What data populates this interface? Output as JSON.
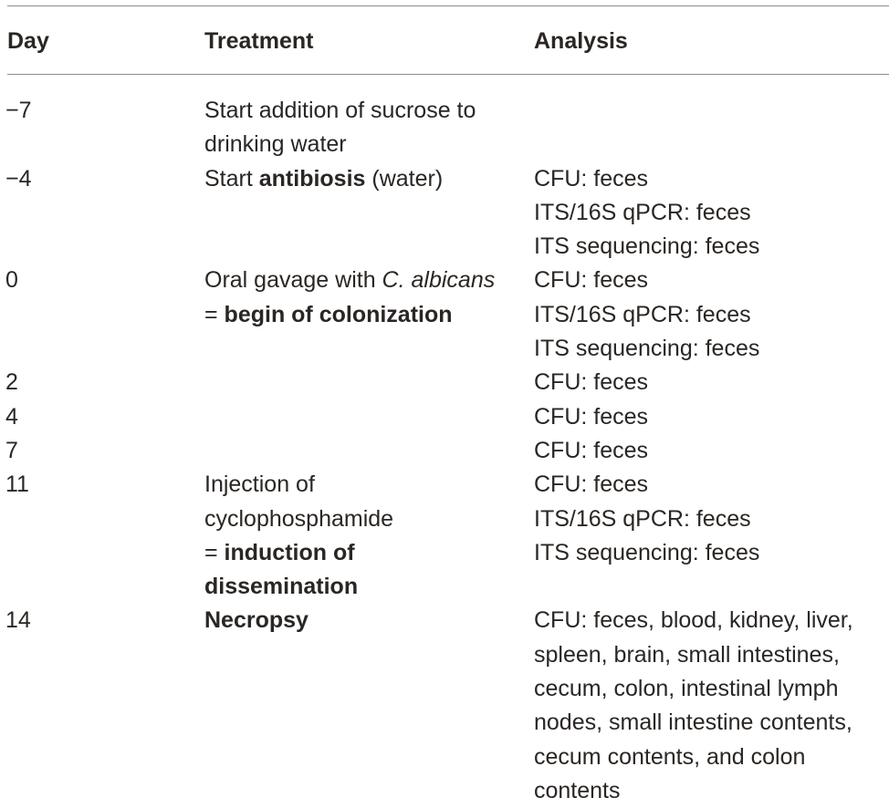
{
  "headers": {
    "day": "Day",
    "treatment": "Treatment",
    "analysis": "Analysis"
  },
  "rows": [
    {
      "day": "−7",
      "treatment": [
        "Start addition of sucrose to",
        "drinking water"
      ],
      "analysis": []
    },
    {
      "day": "−4",
      "treatment_prefix": "Start ",
      "treatment_bold": "antibiosis",
      "treatment_suffix": " (water)",
      "analysis": [
        "CFU: feces",
        "ITS/16S qPCR: feces",
        "ITS sequencing: feces"
      ]
    },
    {
      "day": "0",
      "treatment_line1_prefix": "Oral gavage with ",
      "treatment_line1_italic": "C. albicans",
      "treatment_line2_prefix": "= ",
      "treatment_line2_bold": "begin of colonization",
      "analysis": [
        "CFU: feces",
        "ITS/16S qPCR: feces",
        "ITS sequencing: feces"
      ]
    },
    {
      "day": "2",
      "analysis": [
        "CFU: feces"
      ]
    },
    {
      "day": "4",
      "analysis": [
        "CFU: feces"
      ]
    },
    {
      "day": "7",
      "analysis": [
        "CFU: feces"
      ]
    },
    {
      "day": "11",
      "treatment_line1": "Injection of",
      "treatment_line2": "cyclophosphamide",
      "treatment_line3_prefix": "= ",
      "treatment_line3_bold": "induction of",
      "treatment_line4_bold": "dissemination",
      "analysis": [
        "CFU: feces",
        "ITS/16S qPCR: feces",
        "ITS sequencing: feces"
      ]
    },
    {
      "day": "14",
      "treatment_bold": "Necropsy",
      "analysis": [
        "CFU: feces, blood, kidney, liver,",
        "spleen, brain, small intestines,",
        "cecum, colon, intestinal lymph",
        "nodes, small intestine contents,",
        "cecum contents, and colon",
        "contents"
      ]
    }
  ]
}
